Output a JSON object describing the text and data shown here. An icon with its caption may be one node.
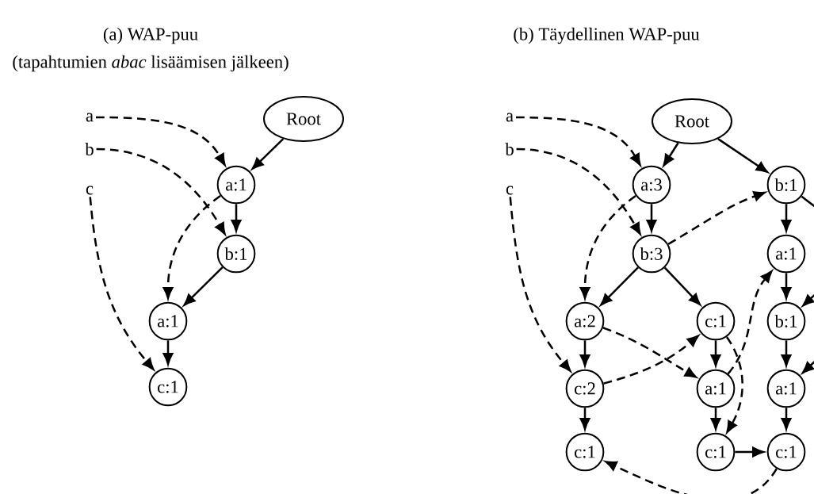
{
  "diagram": {
    "nodes": [
      {
        "text": [
          "a"
        ]
      },
      {
        "text": [
          "b"
        ]
      },
      {
        "text": [
          "c"
        ]
      },
      {
        "text": [
          "Root"
        ]
      },
      {
        "text": [
          "a:1"
        ]
      },
      {
        "text": [
          "b:1"
        ]
      },
      {
        "text": [
          "a:1"
        ]
      },
      {
        "text": [
          "c:1"
        ]
      },
      {
        "text": [
          "a"
        ]
      },
      {
        "text": [
          "b"
        ]
      },
      {
        "text": [
          "c"
        ]
      },
      {
        "text": [
          "Root"
        ]
      },
      {
        "text": [
          "a:3"
        ]
      },
      {
        "text": [
          "b:1"
        ]
      },
      {
        "text": [
          "b:3"
        ]
      },
      {
        "text": [
          "a:1"
        ]
      },
      {
        "text": [
          "a:2"
        ]
      },
      {
        "text": [
          "c:1"
        ]
      },
      {
        "text": [
          "b:1"
        ]
      },
      {
        "text": [
          "c:2"
        ]
      },
      {
        "text": [
          "a:1"
        ]
      },
      {
        "text": [
          "a:1"
        ]
      },
      {
        "text": [
          "c:1"
        ]
      },
      {
        "text": [
          "c:1"
        ]
      },
      {
        "text": [
          "c:1"
        ]
      }
    ],
    "edges": [
      {
        "from": 3,
        "to": 4,
        "arrow": "to"
      },
      {
        "from": 4,
        "to": 5,
        "arrow": "to"
      },
      {
        "from": 5,
        "to": 6,
        "arrow": "to"
      },
      {
        "from": 6,
        "to": 7,
        "arrow": "to"
      },
      {
        "from": 0,
        "to": 4,
        "arrow": "to",
        "style": "dashed"
      },
      {
        "from": 1,
        "to": 5,
        "arrow": "to",
        "style": "dashed"
      },
      {
        "from": 2,
        "to": 7,
        "arrow": "to",
        "style": "dashed"
      },
      {
        "from": 4,
        "to": 6,
        "arrow": "to",
        "style": "dashed"
      },
      {
        "from": 11,
        "to": 12,
        "arrow": "to"
      },
      {
        "from": 11,
        "to": 13,
        "arrow": "to"
      },
      {
        "from": 12,
        "to": 14,
        "arrow": "to"
      },
      {
        "from": 14,
        "to": 16,
        "arrow": "to"
      },
      {
        "from": 14,
        "to": 17,
        "arrow": "to"
      },
      {
        "from": 13,
        "to": 15,
        "arrow": "to"
      },
      {
        "from": 15,
        "to": 18,
        "arrow": "to"
      },
      {
        "from": 18,
        "to": 21,
        "arrow": "to"
      },
      {
        "from": 21,
        "to": 24,
        "arrow": "to"
      },
      {
        "from": 16,
        "to": 19,
        "arrow": "to"
      },
      {
        "from": 19,
        "to": 22,
        "arrow": "to"
      },
      {
        "from": 17,
        "to": 20,
        "arrow": "to"
      },
      {
        "from": 20,
        "to": 23,
        "arrow": "to"
      },
      {
        "from": 23,
        "to": 24,
        "arrow": "to"
      },
      {
        "from": 8,
        "to": 12,
        "arrow": "to",
        "style": "dashed"
      },
      {
        "from": 9,
        "to": 14,
        "arrow": "to",
        "style": "dashed"
      },
      {
        "from": 10,
        "to": 19,
        "arrow": "to",
        "style": "dashed"
      },
      {
        "from": 12,
        "to": 16,
        "arrow": "to",
        "style": "dashed"
      },
      {
        "from": 14,
        "to": 13,
        "arrow": "to",
        "style": "dashed"
      },
      {
        "from": 16,
        "to": 20,
        "arrow": "to",
        "style": "dashed"
      },
      {
        "from": 19,
        "to": 17,
        "arrow": "to",
        "style": "dashed"
      },
      {
        "from": 20,
        "to": 15,
        "arrow": "to",
        "style": "dashed"
      },
      {
        "from": 17,
        "to": 23,
        "arrow": "to",
        "style": "dashed"
      },
      {
        "from": 24,
        "to": 22,
        "arrow": "to",
        "style": "dashed"
      },
      {
        "from": 13,
        "to": null,
        "arrow": "none"
      },
      {
        "from": null,
        "to": 18,
        "arrow": "to"
      },
      {
        "from": null,
        "to": 21,
        "arrow": "to"
      }
    ],
    "labels": [
      "(a) WAP-puu",
      "(tapahtumien *abac* lisäämisen jälkeen)",
      "(b) Täydellinen WAP-puu"
    ]
  }
}
